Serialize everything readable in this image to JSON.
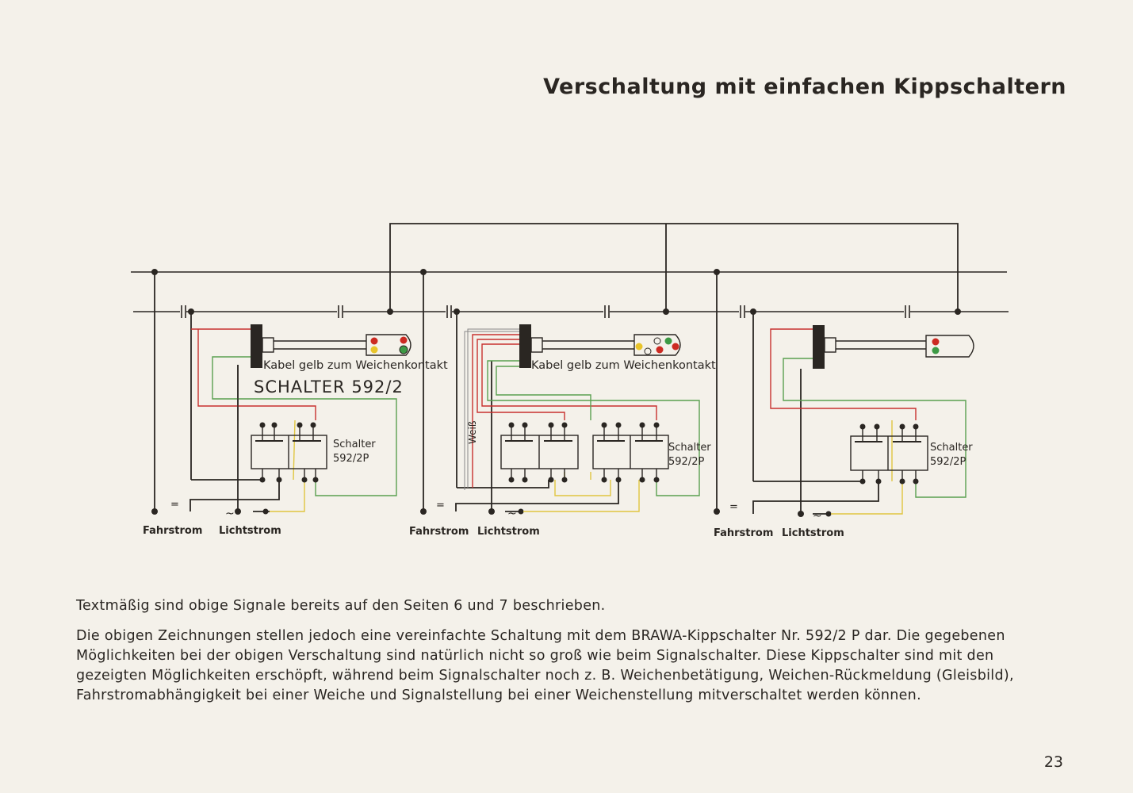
{
  "title": "Verschaltung mit einfachen Kippschaltern",
  "diagrams": [
    {
      "cable_label": "Kabel gelb zum Weichenkontakt",
      "big_label": "SCHALTER 592/2",
      "switch_label_1": "Schalter",
      "switch_label_2": "592/2P",
      "fahrstrom": "Fahrstrom",
      "lichtstrom": "Lichtstrom"
    },
    {
      "cable_label": "Kabel gelb zum Weichenkontakt",
      "weiss": "Weiß",
      "switch_label_1": "Schalter",
      "switch_label_2": "592/2P",
      "fahrstrom": "Fahrstrom",
      "lichtstrom": "Lichtstrom"
    },
    {
      "switch_label_1": "Schalter",
      "switch_label_2": "592/2P",
      "fahrstrom": "Fahrstrom",
      "lichtstrom": "Lichtstrom"
    }
  ],
  "paragraphs": [
    "Textmäßig sind obige Signale bereits auf den Seiten 6 und 7 beschrieben.",
    "Die obigen Zeichnungen stellen jedoch eine vereinfachte Schaltung mit dem BRAWA-Kippschalter Nr. 592/2 P dar. Die gegebenen Möglichkeiten bei der obigen Verschaltung sind natürlich nicht so groß wie beim Signalschalter. Diese Kippschalter sind mit den gezeigten Möglichkeiten erschöpft, während beim Signalschalter noch z. B. Weichenbetätigung, Weichen-Rückmeldung (Gleisbild), Fahrstromabhängigkeit bei einer Weiche und Signalstellung bei einer Weichenstellung mitverschaltet werden können."
  ],
  "page_number": "23",
  "colors": {
    "background": "#f4f1ea",
    "ink": "#2a2622",
    "wire_red": "#c8302e",
    "wire_green": "#5aa050",
    "wire_yellow": "#e0c640",
    "lamp_red": "#cc2a22",
    "lamp_yellow": "#e8c42a",
    "lamp_green": "#3d9a45"
  }
}
